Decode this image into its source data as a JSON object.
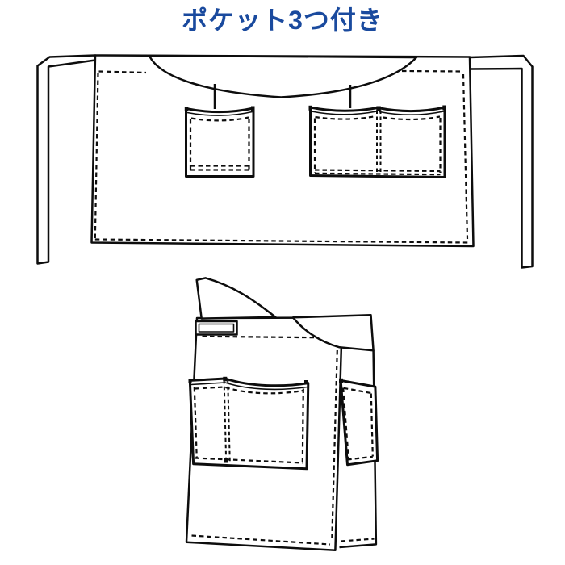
{
  "page": {
    "background_color": "#ffffff"
  },
  "title": {
    "text": "ポケット3つ付き",
    "color": "#1a4a9e"
  },
  "illustrations": {
    "front_view": {
      "label": "waist-apron-front-with-ties-and-three-pockets",
      "line_color": "#0d0d0d",
      "fill_color": "#ffffff"
    },
    "folded_view": {
      "label": "waist-apron-wrapped-side-view-with-pockets",
      "line_color": "#0d0d0d",
      "fill_color": "#ffffff"
    }
  }
}
